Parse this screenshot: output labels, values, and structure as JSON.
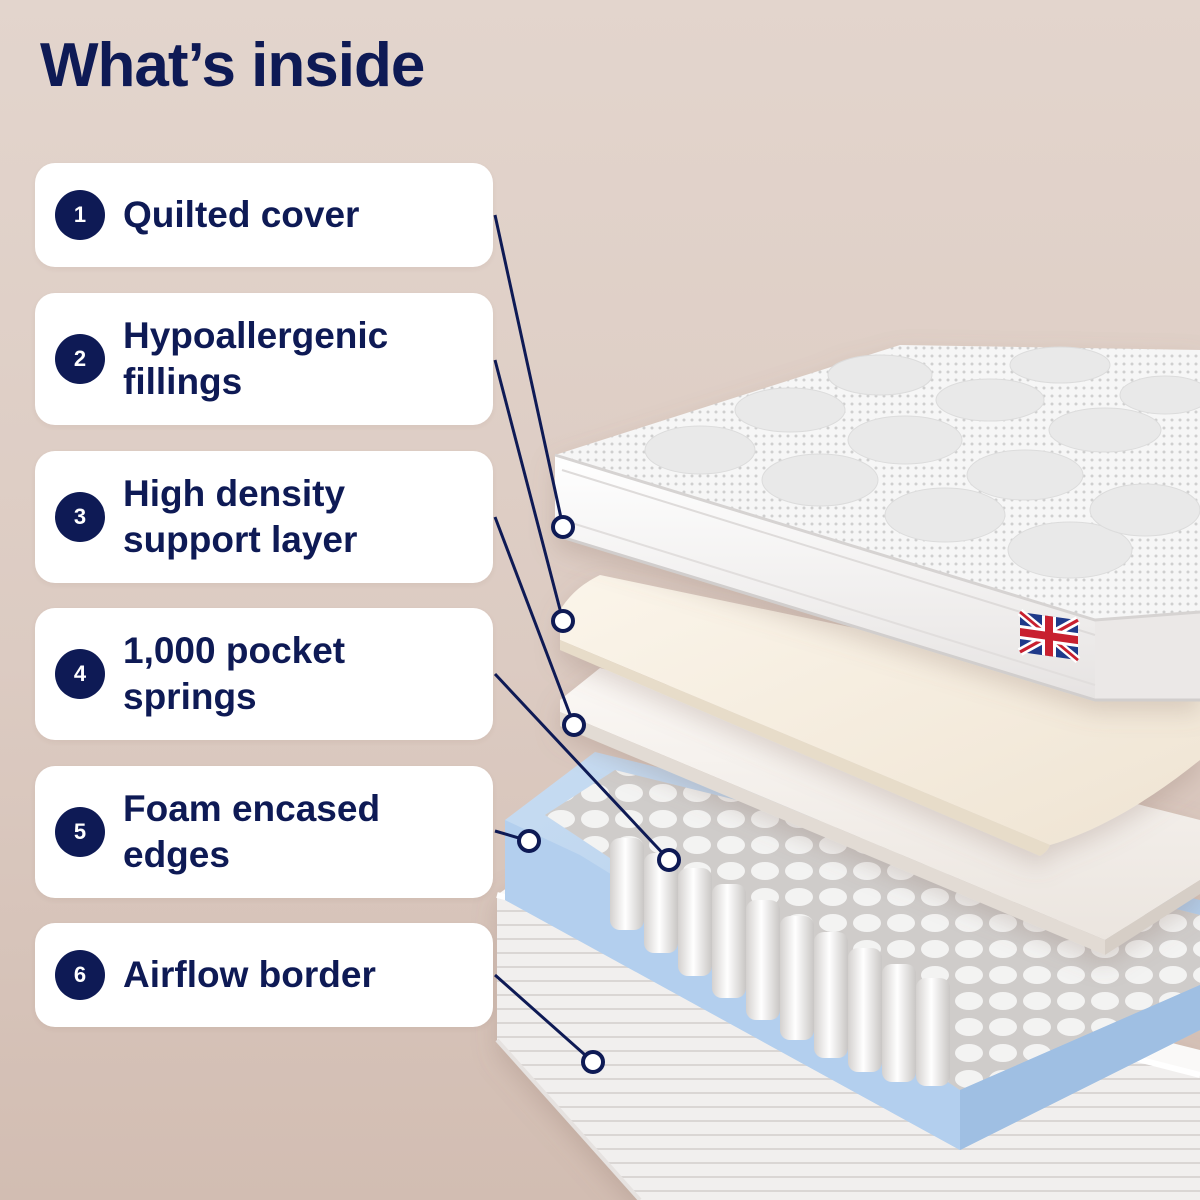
{
  "heading": "What’s inside",
  "layers": [
    {
      "number": "1",
      "line1": "Quilted cover",
      "line2": ""
    },
    {
      "number": "2",
      "line1": "Hypoallergenic",
      "line2": "fillings"
    },
    {
      "number": "3",
      "line1": "High density",
      "line2": "support layer"
    },
    {
      "number": "4",
      "line1": "1,000 pocket",
      "line2": "springs"
    },
    {
      "number": "5",
      "line1": "Foam encased",
      "line2": "edges"
    },
    {
      "number": "6",
      "line1": "Airflow border",
      "line2": ""
    }
  ],
  "colors": {
    "navy": "#0e1a55",
    "foam_blue": "#b9d3ee",
    "background": "#e0d1c8"
  },
  "icons": {
    "flag": "union-jack-flag-icon",
    "callout": "callout-dot-icon"
  }
}
